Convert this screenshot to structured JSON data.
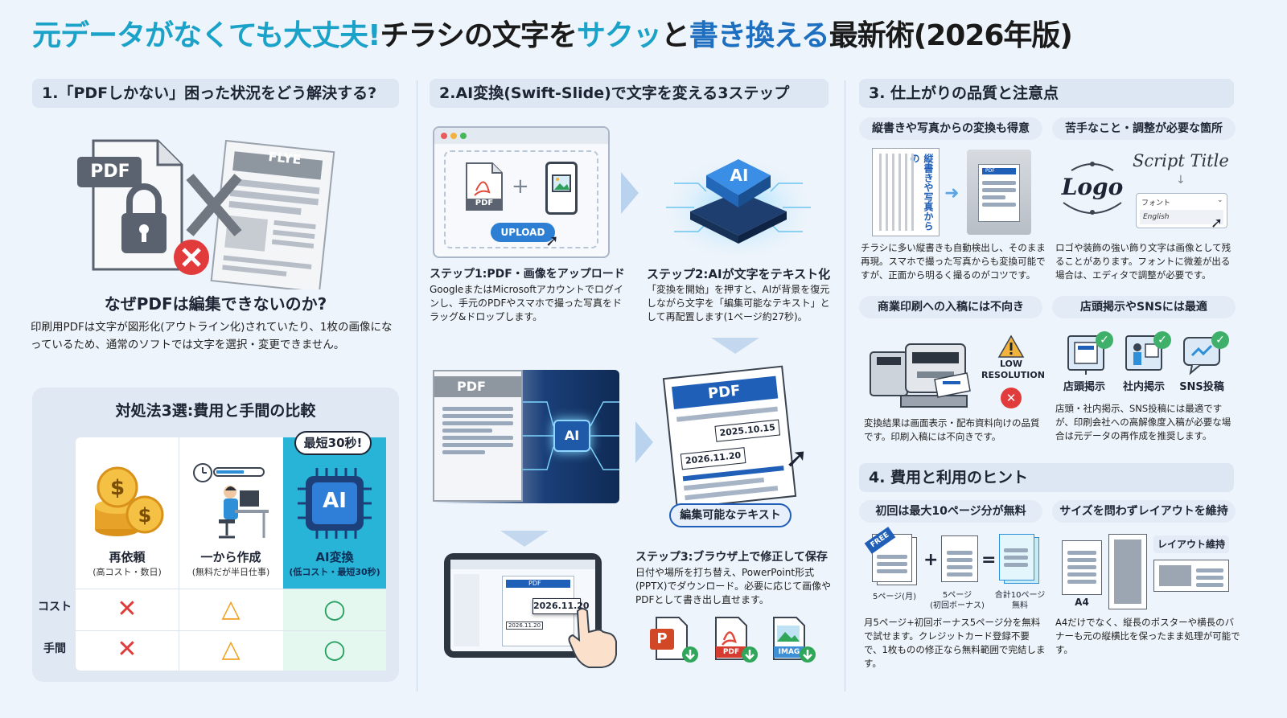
{
  "title": {
    "part1": "元データがなくても大丈夫!",
    "part2": "チラシの文字を",
    "part3": "サクッ",
    "part4": "と",
    "part5": "書き換える",
    "part6": "最新術(2026年版)"
  },
  "col1": {
    "header": "1.「PDFしかない」困った状況をどう解決する?",
    "pdf_label": "PDF",
    "flyer_label": "FLYE",
    "why_heading": "なぜPDFは編集できないのか?",
    "why_text": "印刷用PDFは文字が図形化(アウトライン化)されていたり、1枚の画像になっているため、通常のソフトでは文字を選択・変更できません。",
    "compare": {
      "heading": "対処法3選:費用と手間の比較",
      "badge": "最短30秒!",
      "ai_chip": "AI",
      "options": [
        {
          "name": "再依頼",
          "sub": "(高コスト・数日)"
        },
        {
          "name": "一から作成",
          "sub": "(無料だが半日仕事)"
        },
        {
          "name": "AI変換",
          "sub": "(低コスト・最短30秒)"
        }
      ],
      "row_labels": [
        "コスト",
        "手間"
      ],
      "marks": {
        "cost": [
          "✕",
          "△",
          "○"
        ],
        "effort": [
          "✕",
          "△",
          "○"
        ]
      }
    }
  },
  "col2": {
    "header": "2.AI変換(Swift-Slide)で文字を変える3ステップ",
    "upload_button": "UPLOAD",
    "pdf_tag": "PDF",
    "ai_chip": "AI",
    "step1_title": "ステップ1:PDF・画像をアップロード",
    "step1_text": "GoogleまたはMicrosoftアカウントでログインし、手元のPDFやスマホで撮った写真をドラッグ&ドロップします。",
    "step2_title": "ステップ2:AIが文字をテキスト化",
    "step2_text": "「変換を開始」を押すと、AIが背景を復元しながら文字を「編集可能なテキスト」として再配置します(1ページ約27秒)。",
    "doc_pdf": "PDF",
    "date1": "2025.10.15",
    "date2": "2026.11.20",
    "editable_badge": "編集可能なテキスト",
    "tablet_pdf": "PDF",
    "tablet_date": "2026.11.20",
    "tablet_date_small": "2026.11.20",
    "step3_title": "ステップ3:ブラウザ上で修正して保存",
    "step3_text": "日付や場所を打ち替え、PowerPoint形式(PPTX)でダウンロード。必要に応じて画像やPDFとして書き出し直せます。",
    "file_labels": [
      "P",
      "PDF",
      "IMAG"
    ]
  },
  "col3": {
    "header": "3. 仕上がりの品質と注意点",
    "pill1": "縦書きや写真からの変換も得意",
    "pill2": "苦手なこと・調整が必要な箇所",
    "vert_text": "縦書きや写真からの",
    "poster_pdf": "PDF",
    "logo_text": "Logo",
    "script_title": "Script Title",
    "font_label": "フォント",
    "font_option": "English",
    "text1": "チラシに多い縦書きも自動検出し、そのまま再現。スマホで撮った写真からも変換可能ですが、正面から明るく撮るのがコツです。",
    "text2": "ロゴや装飾の強い飾り文字は画像として残ることがあります。フォントに微差が出る場合は、エディタで調整が必要です。",
    "pill3": "商業印刷への入稿には不向き",
    "pill4": "店頭掲示やSNSには最適",
    "low_res": "LOW RESOLUTION",
    "uses": [
      "店頭掲示",
      "社内掲示",
      "SNS投稿"
    ],
    "text3": "変換結果は画面表示・配布資料向けの品質です。印刷入稿には不向きです。",
    "text4": "店頭・社内掲示、SNS投稿には最適ですが、印刷会社への高解像度入稿が必要な場合は元データの再作成を推奨します。"
  },
  "col4": {
    "header": "4. 費用と利用のヒント",
    "pill1": "初回は最大10ページ分が無料",
    "pill2": "サイズを問わずレイアウトを維持",
    "free_ribbon": "FREE",
    "eq_labels": [
      "5ページ(月)",
      "5ページ\n(初回ボーナス)",
      "合計10ページ\n無料"
    ],
    "plus": "+",
    "equals": "=",
    "layout_badge": "レイアウト維持",
    "a4_label": "A4",
    "text1": "月5ページ+初回ボーナス5ページ分を無料で試せます。クレジットカード登録不要で、1枚ものの修正なら無料範囲で完結します。",
    "text2": "A4だけでなく、縦長のポスターや横長のバナーも元の縦横比を保ったまま処理が可能です。"
  }
}
